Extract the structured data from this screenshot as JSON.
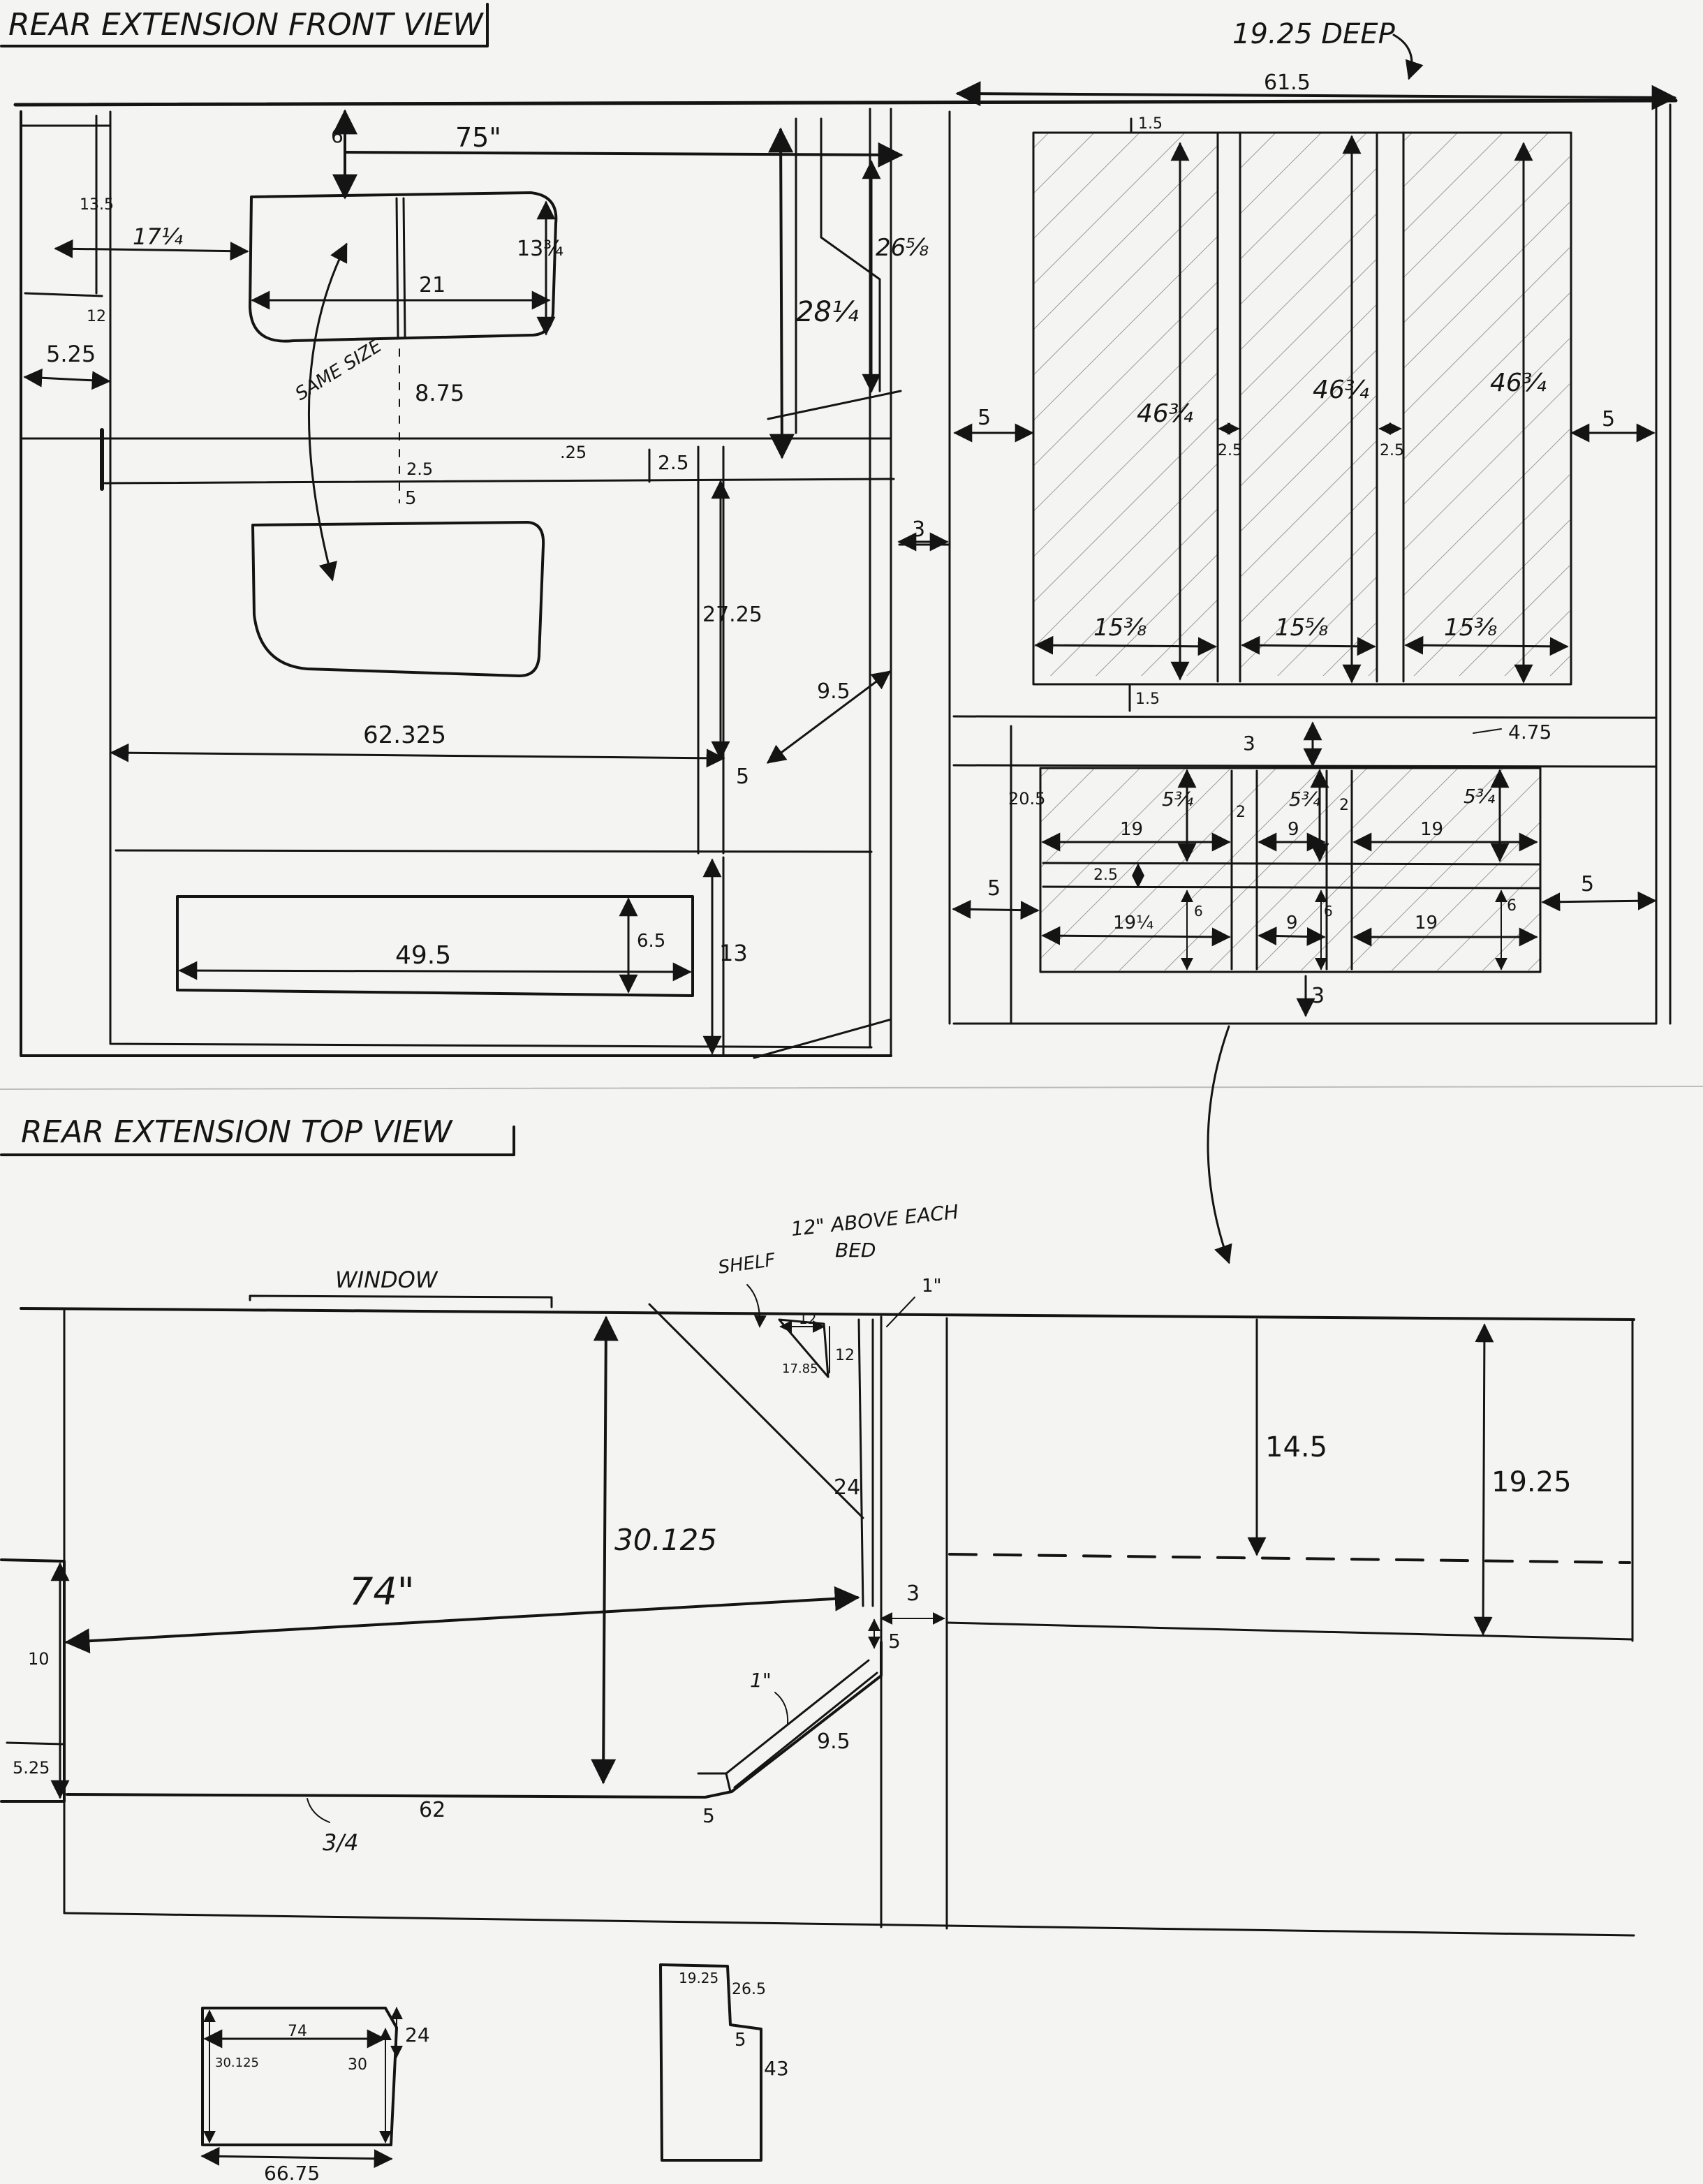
{
  "front_view": {
    "title": "REAR EXTENSION FRONT VIEW",
    "depth_note": "19.25 DEEP",
    "same_size_note": "SAME SIZE",
    "dims": {
      "d61_5": "61.5",
      "d1_5_top": "1.5",
      "d75": "75\"",
      "d6": "6",
      "d13_5": "13.5",
      "d17_1_4": "17¼",
      "d12": "12",
      "d13_3_4": "13¾",
      "d21": "21",
      "d5_25": "5.25",
      "d26_5_8": "26⅝",
      "d28_1_4": "28¼",
      "d8_75": "8.75",
      "d2_5_a": "2.5",
      "d_25": ".25",
      "d2_5_b": "2.5",
      "d5_a": "5",
      "d27_25": "27.25",
      "d3_a": "3",
      "d62_325": "62.325",
      "d9_5": "9.5",
      "d5_b": "5",
      "d49_5": "49.5",
      "d6_5": "6.5",
      "d13": "13",
      "d5_left": "5",
      "d46_3_4_a": "46¾",
      "d2_5_c": "2.5",
      "d46_3_4_b": "46¾",
      "d2_5_d": "2.5",
      "d46_3_4_c": "46¾",
      "d5_right": "5",
      "d15_3_8_a": "15⅜",
      "d15_5_8": "15⅝",
      "d15_3_8_b": "15⅜",
      "d1_5_mid": "1.5",
      "d3_b": "3",
      "d4_75": "4.75",
      "d20_5": "20.5",
      "d5_3_4_a": "5¾",
      "d2_a": "2",
      "d5_3_4_b": "5¾",
      "d2_b": "2",
      "d5_3_4_c": "5¾",
      "d19_a": "19",
      "d9_a": "9",
      "d19_b": "19",
      "d5_lower_left": "5",
      "d2_5_e": "2.5",
      "d5_lower_right": "5",
      "d19_c": "19¼",
      "d6_a": "6",
      "d9_b": "9",
      "d6_b": "6",
      "d19_d": "19",
      "d6_c": "6",
      "d3_c": "3"
    }
  },
  "top_view": {
    "title": "REAR EXTENSION TOP VIEW",
    "window_label": "WINDOW",
    "shelf_label": "SHELF",
    "shelf_note_1": "12\" ABOVE EACH",
    "shelf_note_2": "BED",
    "dims": {
      "d1in_a": "1\"",
      "d12_a": "12",
      "d17_85": "17.85",
      "d12_b": "12",
      "d24": "24",
      "d30_125": "30.125",
      "d74": "74\"",
      "d3": "3",
      "d5_a": "5",
      "d1in_b": "1\"",
      "d9_5": "9.5",
      "d10": "10",
      "d5_25": "5.25",
      "d62": "62",
      "d3_4": "3/4",
      "d5_b": "5",
      "d14_5": "14.5",
      "d19_25": "19.25"
    }
  },
  "thumbnails": {
    "thumb_a": {
      "d74": "74",
      "d30_125": "30.125",
      "d30": "30",
      "d24": "24",
      "d66_75": "66.75"
    },
    "thumb_b": {
      "d19_25": "19.25",
      "d26_5": "26.5",
      "d5": "5",
      "d43": "43"
    }
  }
}
